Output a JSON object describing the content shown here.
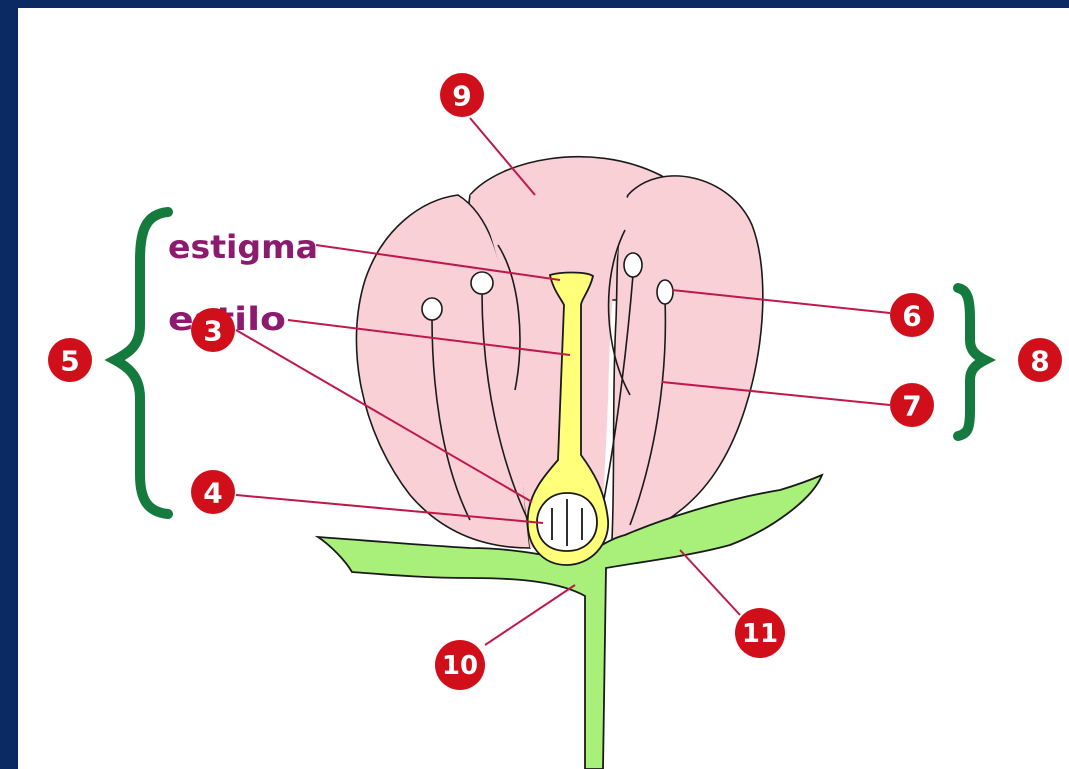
{
  "diagram": {
    "terms": {
      "stigma": "estigma",
      "style": "estilo"
    },
    "numbers": {
      "n3": "3",
      "n4": "4",
      "n5": "5",
      "n6": "6",
      "n7": "7",
      "n8": "8",
      "n9": "9",
      "n10": "10",
      "n11": "11"
    },
    "colors": {
      "background": "#0b2a63",
      "petal": "#f9d0d6",
      "pistil": "#ffff7a",
      "stem": "#a8f07a",
      "bracket": "#157a3e",
      "marker": "#d10f1a",
      "leader_line": "#c0184a",
      "term_text": "#8c1a6e"
    }
  }
}
